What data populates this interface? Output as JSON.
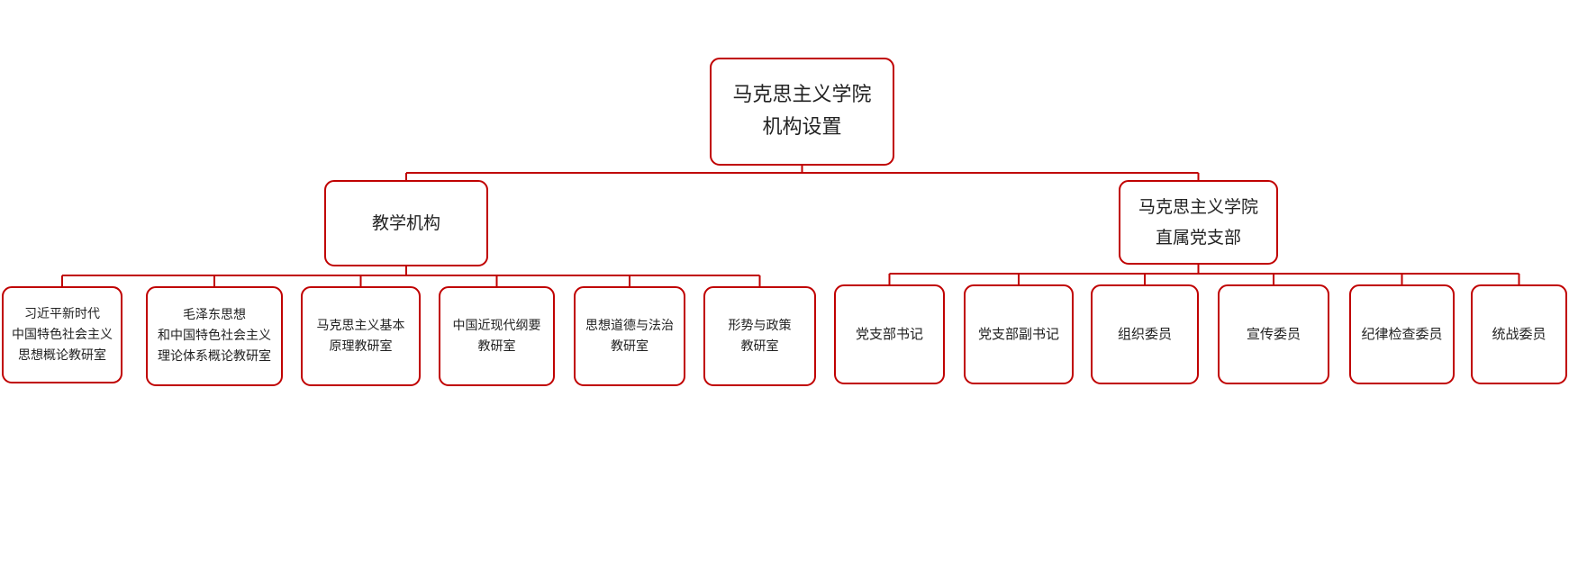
{
  "colors": {
    "border": "#c00000",
    "line": "#c00000",
    "text": "#222222",
    "background": "#ffffff"
  },
  "root": {
    "lines": [
      "马克思主义学院",
      "机构设置"
    ]
  },
  "teaching": {
    "lines": [
      "教学机构"
    ],
    "children": [
      {
        "lines": [
          "习近平新时代",
          "中国特色社会主义",
          "思想概论教研室"
        ]
      },
      {
        "lines": [
          "毛泽东思想",
          "和中国特色社会主义",
          "理论体系概论教研室"
        ]
      },
      {
        "lines": [
          "马克思主义基本",
          "原理教研室"
        ]
      },
      {
        "lines": [
          "中国近现代纲要",
          "教研室"
        ]
      },
      {
        "lines": [
          "思想道德与法治",
          "教研室"
        ]
      },
      {
        "lines": [
          "形势与政策",
          "教研室"
        ]
      }
    ]
  },
  "party": {
    "lines": [
      "马克思主义学院",
      "直属党支部"
    ],
    "children": [
      {
        "lines": [
          "党支部书记"
        ]
      },
      {
        "lines": [
          "党支部副书记"
        ]
      },
      {
        "lines": [
          "组织委员"
        ]
      },
      {
        "lines": [
          "宣传委员"
        ]
      },
      {
        "lines": [
          "纪律检查委员"
        ]
      },
      {
        "lines": [
          "统战委员"
        ]
      }
    ]
  }
}
